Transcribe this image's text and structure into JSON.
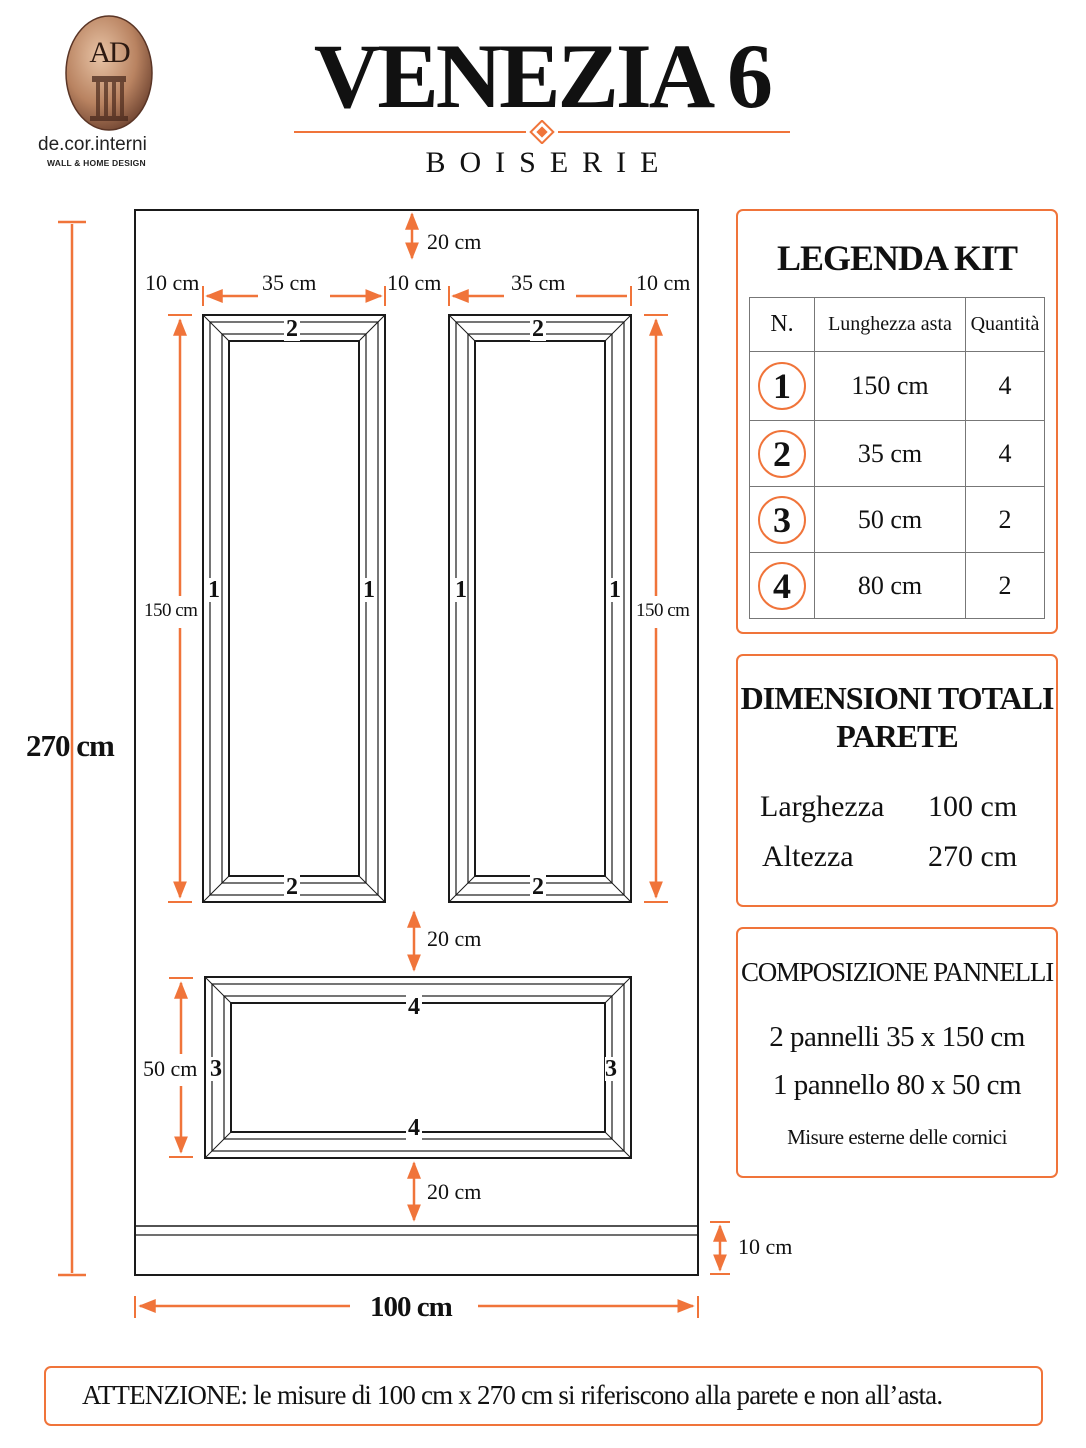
{
  "brand": {
    "monogram": "AD",
    "name": "de.cor.interni",
    "tagline": "WALL & HOME DESIGN"
  },
  "header": {
    "title": "VENEZIA 6",
    "subtitle": "BOISERIE"
  },
  "colors": {
    "accent": "#f0743a",
    "line": "#1a1a1a",
    "wall": "#ffffff"
  },
  "diagram": {
    "total_height": "270 cm",
    "total_width": "100 cm",
    "top_gap": "20 cm",
    "left_margin": "10 cm",
    "panel_width_left": "35 cm",
    "middle_gap": "10 cm",
    "panel_width_right": "35 cm",
    "right_margin": "10 cm",
    "panel_height_left": "150 cm",
    "panel_height_right": "150 cm",
    "gap_between": "20 cm",
    "bottom_panel_height": "50 cm",
    "bottom_gap": "20 cm",
    "skirting": "10 cm",
    "piece_labels": {
      "one": "1",
      "two": "2",
      "three": "3",
      "four": "4"
    }
  },
  "legend": {
    "title": "LEGENDA KIT",
    "headers": [
      "N.",
      "Lunghezza asta",
      "Quantità"
    ],
    "rows": [
      {
        "n": "1",
        "length": "150 cm",
        "qty": "4"
      },
      {
        "n": "2",
        "length": "35 cm",
        "qty": "4"
      },
      {
        "n": "3",
        "length": "50 cm",
        "qty": "2"
      },
      {
        "n": "4",
        "length": "80 cm",
        "qty": "2"
      }
    ]
  },
  "dimensions": {
    "title_line1": "DIMENSIONI TOTALI",
    "title_line2": "PARETE",
    "width_label": "Larghezza",
    "width_value": "100 cm",
    "height_label": "Altezza",
    "height_value": "270 cm"
  },
  "composition": {
    "title": "COMPOSIZIONE PANNELLI",
    "line1": "2 pannelli 35 x 150 cm",
    "line2": "1 pannello 80 x 50 cm",
    "note": "Misure esterne delle cornici"
  },
  "warning": "ATTENZIONE: le misure di 100 cm x 270 cm si riferiscono alla parete e non all’asta."
}
